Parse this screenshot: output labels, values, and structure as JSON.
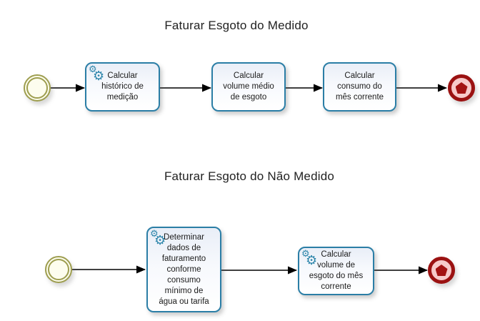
{
  "icons": {
    "service_gear": "⚙"
  },
  "colors": {
    "task_border": "#2b7ea6",
    "task_fill_top": "#e9eef7",
    "gear_blue": "#2e86ab",
    "start_border": "#9e9e50",
    "start_fill": "#fdfdee",
    "end_border": "#9b1212",
    "end_fill": "#f7caca",
    "pentagon": "#a31313",
    "text": "#1b1b1b",
    "title_text": "#222222",
    "connector": "#000000"
  },
  "flows": [
    {
      "title": "Faturar Esgoto do Medido",
      "tasks": [
        {
          "label": "Calcular\nhistórico de\nmedição",
          "icon": "service-gear"
        },
        {
          "label": "Calcular\nvolume médio\nde esgoto"
        },
        {
          "label": "Calcular\nconsumo do\nmês corrente"
        }
      ]
    },
    {
      "title": "Faturar Esgoto do Não Medido",
      "tasks": [
        {
          "label": "Determinar\ndados de\nfaturamento\nconforme\nconsumo\nmínimo de\nágua ou tarifa",
          "icon": "service-gear"
        },
        {
          "label": "Calcular\nvolume de\nesgoto do mês\ncorrente",
          "icon": "service-gear"
        }
      ]
    }
  ]
}
